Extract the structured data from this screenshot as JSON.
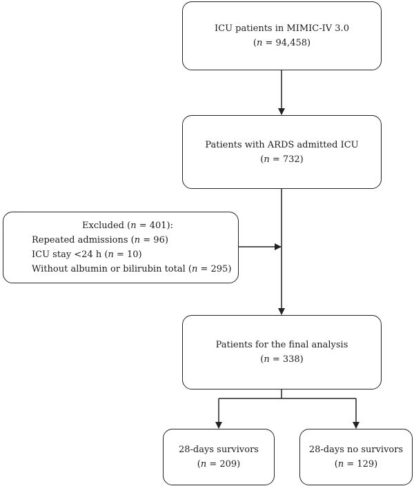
{
  "diagram": {
    "mimic": {
      "title": "ICU patients in MIMIC-IV 3.0",
      "n_prefix": "(",
      "n_symbol": "n",
      "n_value": " = 94,458)"
    },
    "ards": {
      "title": "Patients with ARDS admitted ICU",
      "n_prefix": "(",
      "n_symbol": "n",
      "n_value": " = 732)"
    },
    "excluded": {
      "head_prefix": "Excluded (",
      "head_symbol": "n",
      "head_value": " = 401):",
      "items": [
        {
          "prefix": "Repeated admissions (",
          "symbol": "n",
          "value": " = 96)"
        },
        {
          "prefix": "ICU stay <24 h (",
          "symbol": "n",
          "value": " = 10)"
        },
        {
          "prefix": "Without albumin or bilirubin total (",
          "symbol": "n",
          "value": " = 295)"
        }
      ]
    },
    "final": {
      "title": "Patients for the final analysis",
      "n_prefix": "(",
      "n_symbol": "n",
      "n_value": " = 338)"
    },
    "survivors": {
      "title": "28-days survivors",
      "n_prefix": "(",
      "n_symbol": "n",
      "n_value": " = 209)"
    },
    "non_survivors": {
      "title": "28-days no survivors",
      "n_prefix": "(",
      "n_symbol": "n",
      "n_value": " = 129)"
    }
  }
}
